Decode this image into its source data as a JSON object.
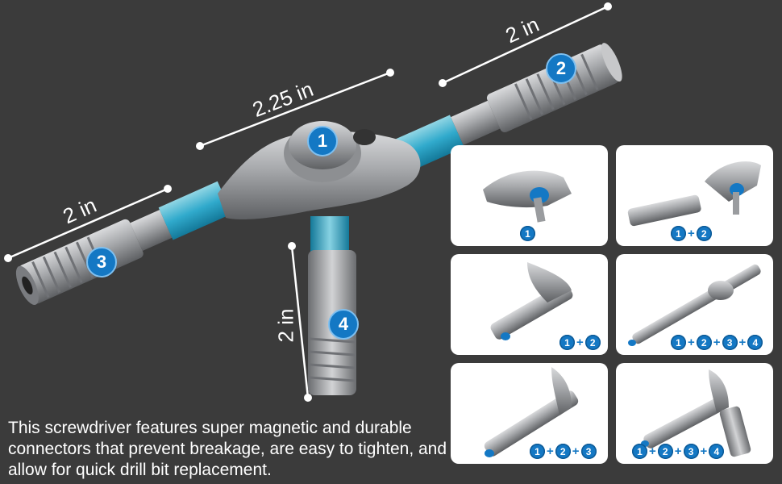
{
  "dimensions": {
    "main_bar": "2.25 in",
    "right_arm": "2 in",
    "left_arm": "2 in",
    "bottom_arm": "2 in"
  },
  "parts": [
    "1",
    "2",
    "3",
    "4"
  ],
  "description": "This screwdriver features super magnetic and durable connectors that prevent breakage, are easy to tighten, and allow for quick drill bit replacement.",
  "configs": [
    {
      "label": [
        "1"
      ]
    },
    {
      "label": [
        "1",
        "2"
      ]
    },
    {
      "label": [
        "1",
        "2"
      ]
    },
    {
      "label": [
        "1",
        "2",
        "3",
        "4"
      ]
    },
    {
      "label": [
        "1",
        "2",
        "3"
      ]
    },
    {
      "label": [
        "1",
        "2",
        "3",
        "4"
      ]
    }
  ],
  "plus_sign": "+",
  "colors": {
    "background": "#3b3b3b",
    "accent_blue": "#1478c4",
    "metal": "#a7a9ac",
    "connector_cyan": "#3fc3e6"
  }
}
